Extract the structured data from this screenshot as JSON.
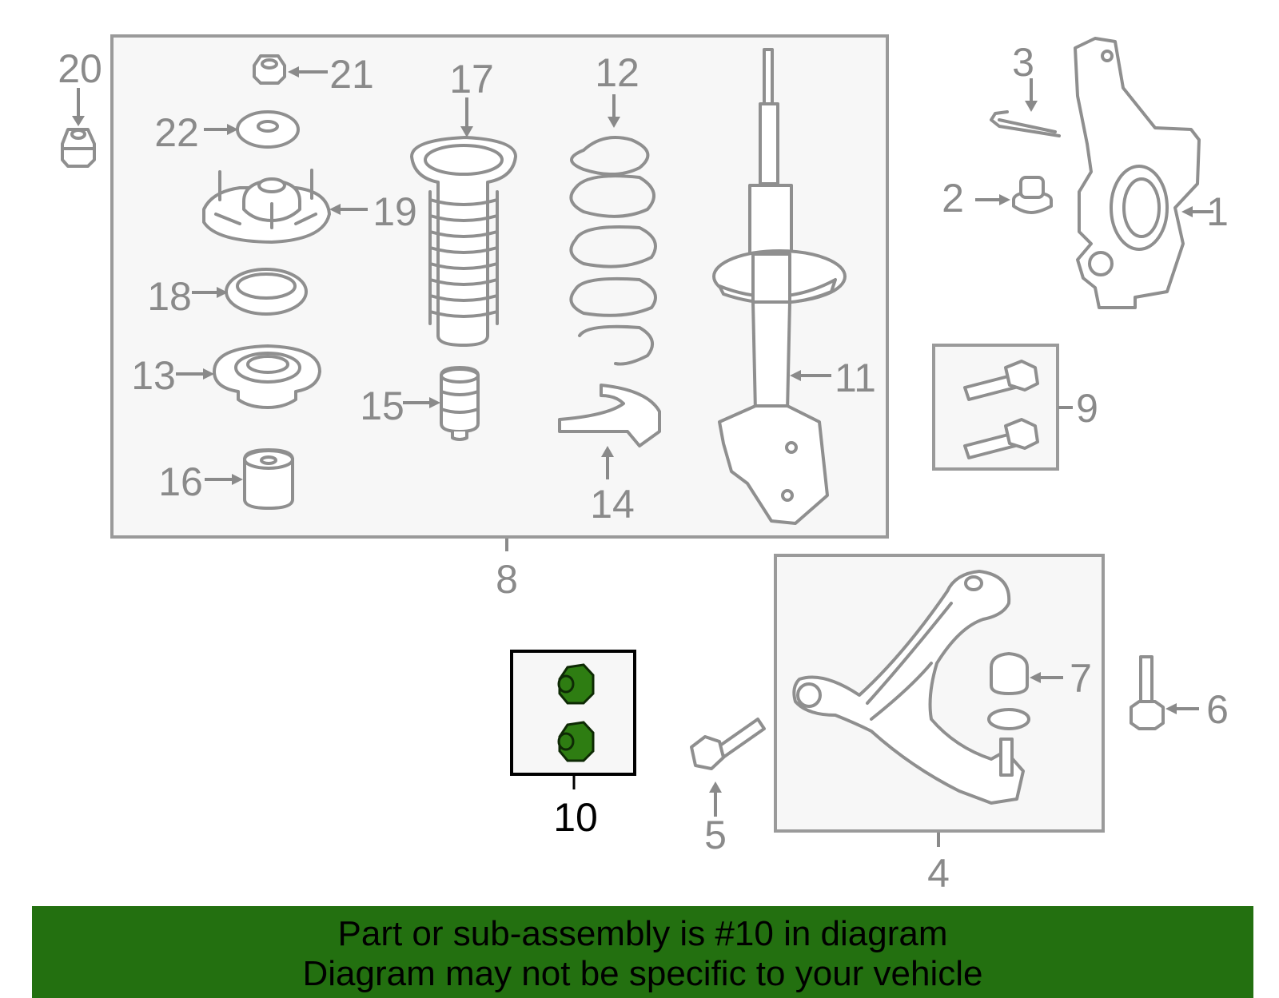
{
  "callouts": {
    "c1": "1",
    "c2": "2",
    "c3": "3",
    "c4": "4",
    "c5": "5",
    "c6": "6",
    "c7": "7",
    "c8": "8",
    "c9": "9",
    "c10": "10",
    "c11": "11",
    "c12": "12",
    "c13": "13",
    "c14": "14",
    "c15": "15",
    "c16": "16",
    "c17": "17",
    "c18": "18",
    "c19": "19",
    "c20": "20",
    "c21": "21",
    "c22": "22"
  },
  "highlighted_part": "10",
  "colors": {
    "banner": "#237010",
    "highlight_part": "#2e7d12",
    "line_art": "#8f8f8f",
    "box_fill": "#f7f7f7"
  },
  "banner": {
    "line1": "Part or sub-assembly is #10 in diagram",
    "line2": "Diagram may not be specific to your vehicle"
  }
}
